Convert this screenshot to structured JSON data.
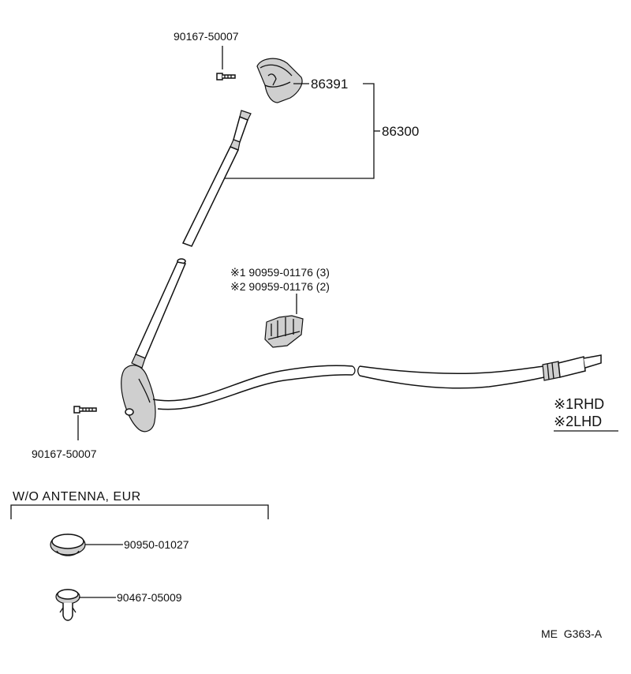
{
  "parts": {
    "screw_top": "90167-50007",
    "antenna_cap": "86391",
    "antenna_assembly": "86300",
    "clamp_rhd": "※1 90959-01176 (3)",
    "clamp_lhd": "※2 90959-01176 (2)",
    "screw_bottom": "90167-50007",
    "plug": "90950-01027",
    "clip": "90467-05009"
  },
  "section": {
    "title": "W/O ANTENNA, EUR"
  },
  "legend": {
    "rhd": "※1RHD",
    "lhd": "※2LHD"
  },
  "diagram_code": "ME  G363-A"
}
